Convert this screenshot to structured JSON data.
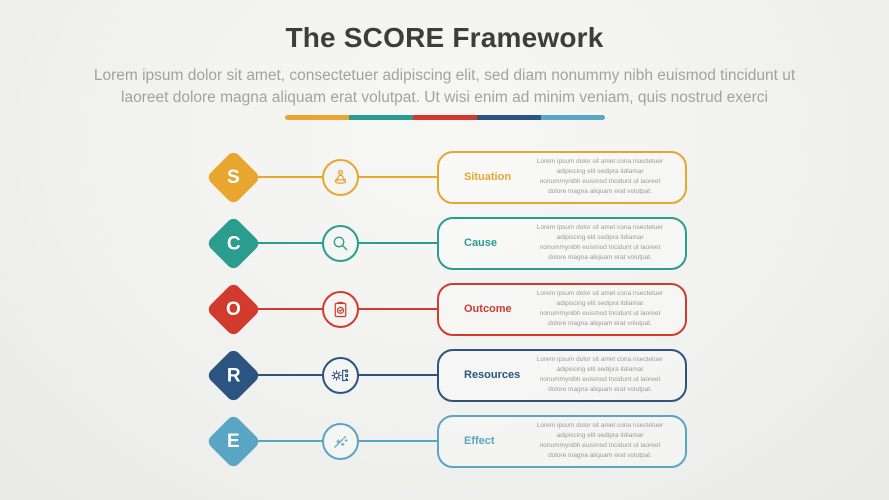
{
  "header": {
    "title": "The SCORE Framework",
    "subtitle": "Lorem ipsum dolor sit amet, consectetuer adipiscing elit, sed diam nonummy nibh euismod tincidunt ut laoreet dolore magna aliquam erat volutpat. Ut wisi enim ad minim veniam, quis nostrud exerci"
  },
  "rows": [
    {
      "letter": "S",
      "label": "Situation",
      "icon": "meditation-person-icon",
      "color": "#E8A62F",
      "body": "Lorem ipsum dolor sit amet cona nsectetuer adipiscing elit sedipra itdiamar nonummynibh euismod tncidunt ut laoreet dolore magna aliquam erat volutpat."
    },
    {
      "letter": "C",
      "label": "Cause",
      "icon": "magnifying-glass-icon",
      "color": "#2A9D8E",
      "body": "Lorem ipsum dolor sit amet cona nsectetuer adipiscing elit sedipra itdiamar nonummynibh euismod tncidunt ut laoreet dolore magna aliquam erat volutpat."
    },
    {
      "letter": "O",
      "label": "Outcome",
      "icon": "clipboard-check-icon",
      "color": "#D13B2D",
      "body": "Lorem ipsum dolor sit amet cona nsectetuer adipiscing elit sedipra itdiamar nonummynibh euismod tncidunt ut laoreet dolore magna aliquam erat volutpat."
    },
    {
      "letter": "R",
      "label": "Resources",
      "icon": "gear-options-icon",
      "color": "#2C5480",
      "body": "Lorem ipsum dolor sit amet cona nsectetuer adipiscing elit sedipra itdiamar nonummynibh euismod tncidunt ut laoreet dolore magna aliquam erat volutpat."
    },
    {
      "letter": "E",
      "label": "Effect",
      "icon": "magic-wand-icon",
      "color": "#58A6C3",
      "body": "Lorem ipsum dolor sit amet cona nsectetuer adipiscing elit sedipra itdiamar nonummynibh euismod tncidunt ut laoreet dolore magna aliquam erat volutpat."
    }
  ]
}
